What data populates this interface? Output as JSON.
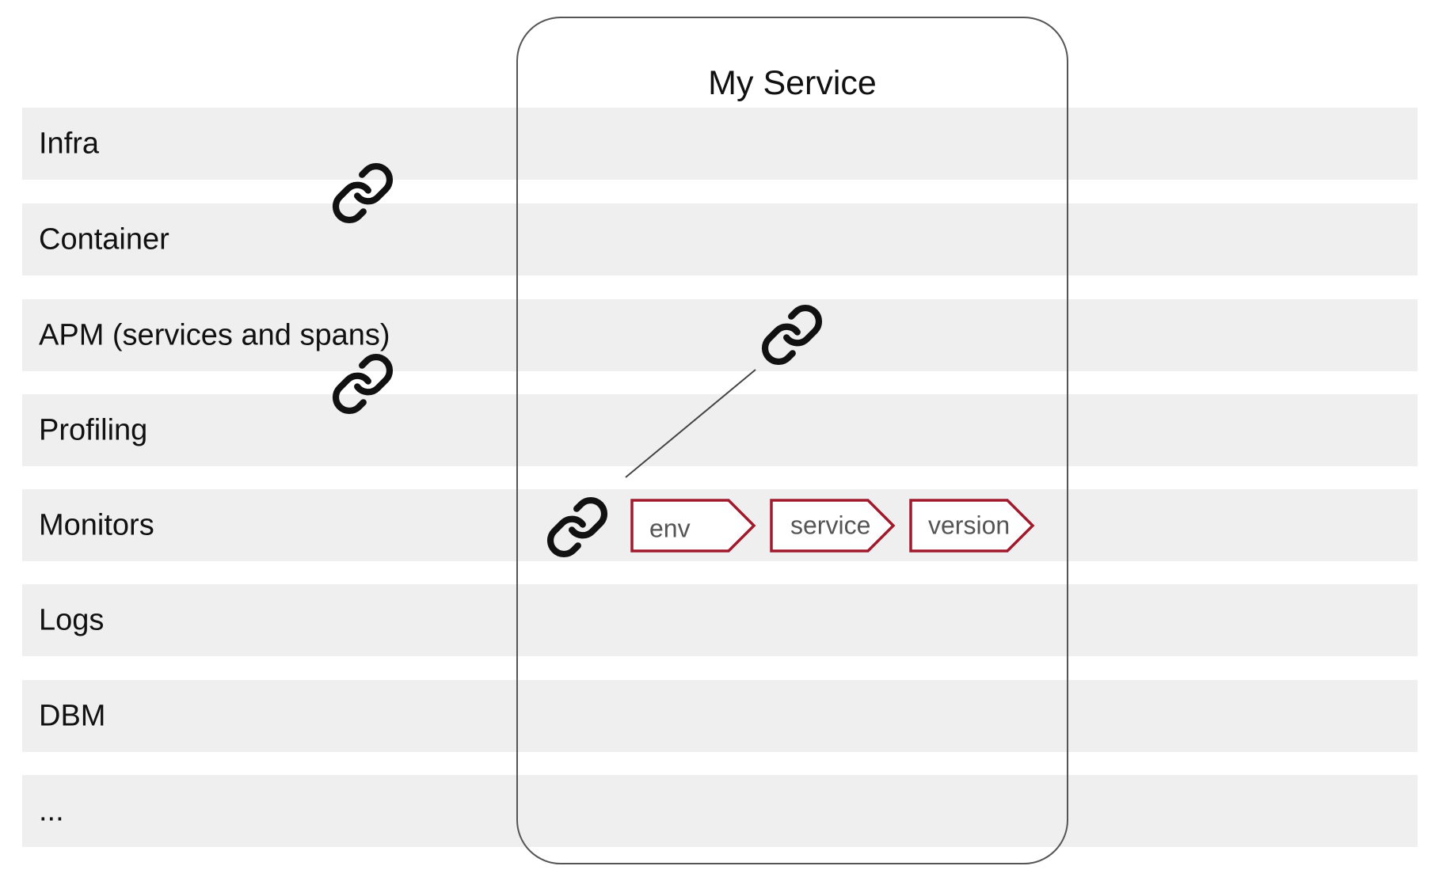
{
  "title": "My Service",
  "rows": [
    {
      "label": "Infra"
    },
    {
      "label": "Container"
    },
    {
      "label": "APM (services and spans)"
    },
    {
      "label": "Profiling"
    },
    {
      "label": "Monitors"
    },
    {
      "label": "Logs"
    },
    {
      "label": "DBM"
    },
    {
      "label": "..."
    }
  ],
  "tags": [
    {
      "label": "env"
    },
    {
      "label": "service"
    },
    {
      "label": "version"
    }
  ],
  "colors": {
    "row_background": "#efefef",
    "tag_border": "#a01a2e",
    "box_border": "#555555"
  },
  "icons": [
    "link-icon"
  ]
}
